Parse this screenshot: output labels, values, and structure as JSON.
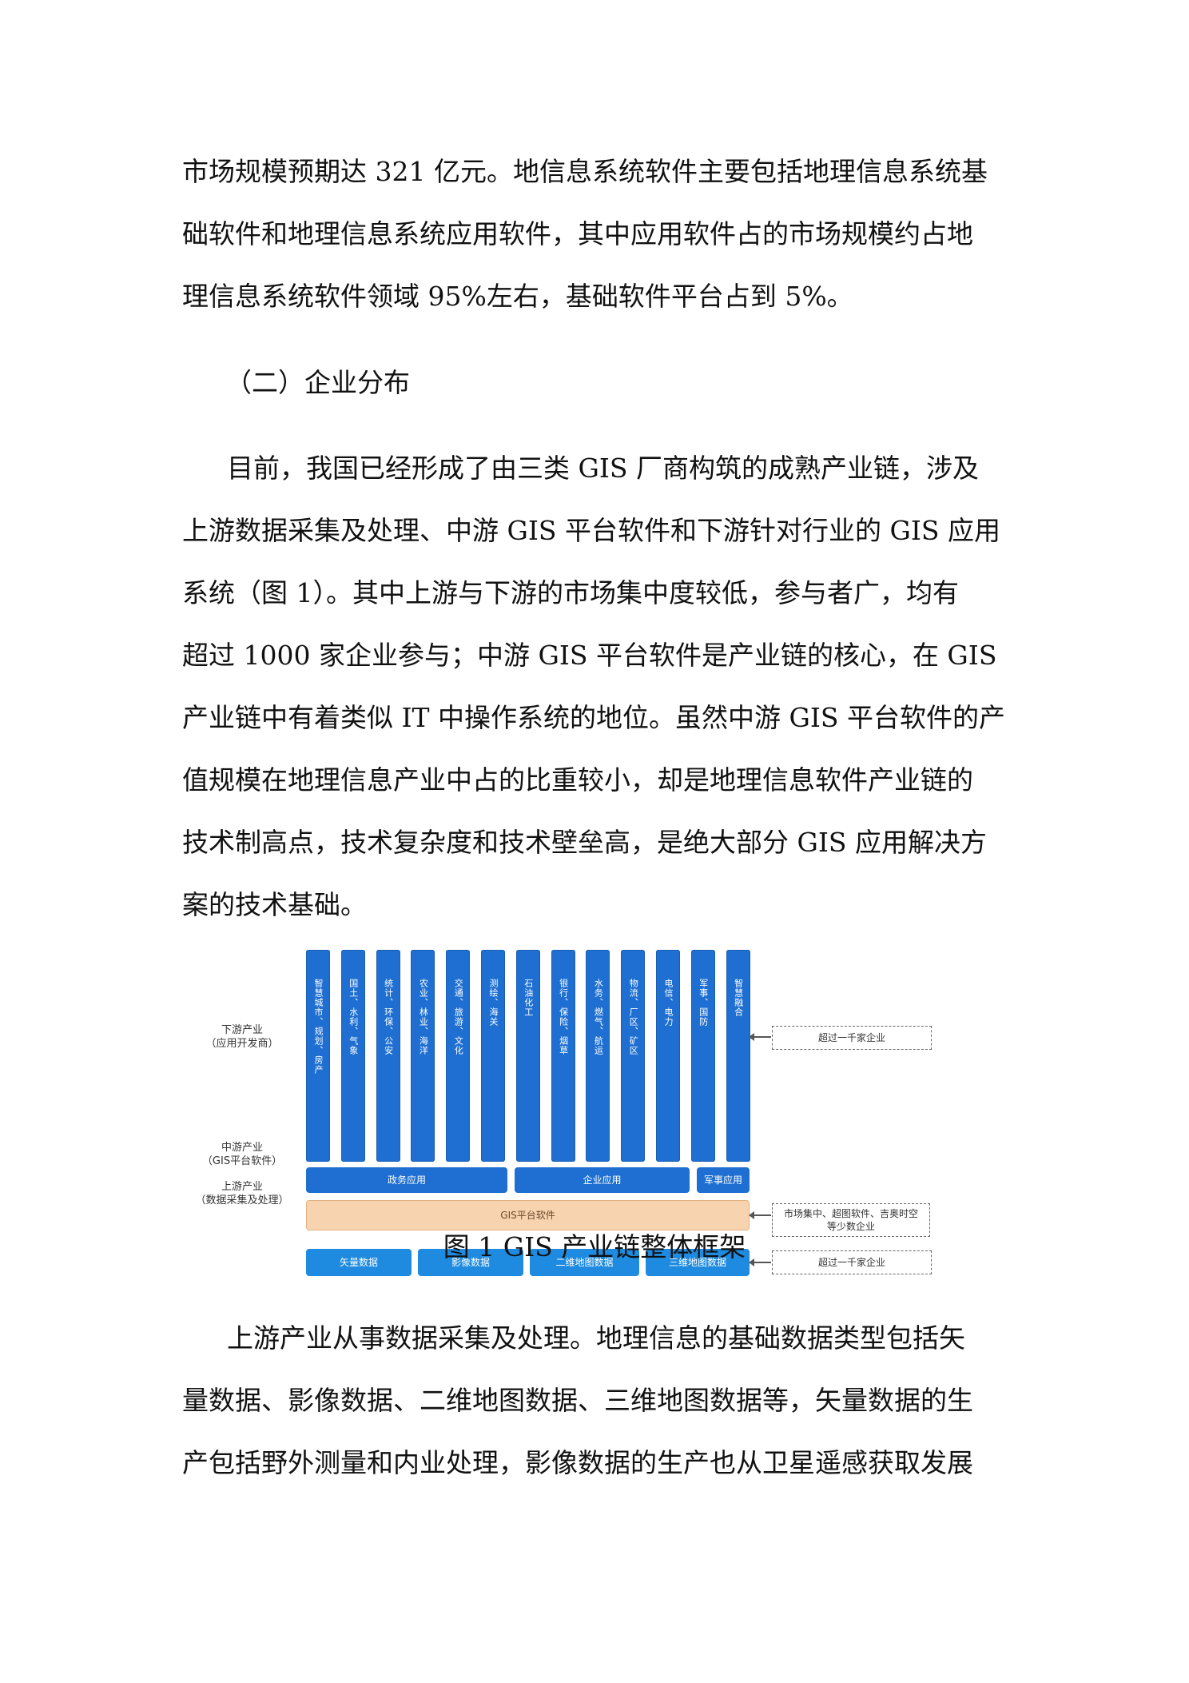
{
  "body": {
    "para1_lines": [
      "市场规模预期达 321 亿元。地信息系统软件主要包括地理信息系统基",
      "础软件和地理信息系统应用软件，其中应用软件占的市场规模约占地",
      "理信息系统软件领域 95%左右，基础软件平台占到 5%。"
    ],
    "heading": "（二）企业分布",
    "para2_lines": [
      "目前，我国已经形成了由三类 GIS 厂商构筑的成熟产业链，涉及",
      "上游数据采集及处理、中游 GIS 平台软件和下游针对行业的 GIS 应用",
      "系统（图 1）。其中上游与下游的市场集中度较低，参与者广，均有",
      "超过 1000 家企业参与；中游 GIS 平台软件是产业链的核心，在 GIS",
      "产业链中有着类似 IT 中操作系统的地位。虽然中游 GIS 平台软件的产",
      "值规模在地理信息产业中占的比重较小，却是地理信息软件产业链的",
      "技术制高点，技术复杂度和技术壁垒高，是绝大部分 GIS 应用解决方",
      "案的技术基础。"
    ],
    "para3_lines": [
      "上游产业从事数据采集及处理。地理信息的基础数据类型包括矢",
      "量数据、影像数据、二维地图数据、三维地图数据等，矢量数据的生",
      "产包括野外测量和内业处理，影像数据的生产也从卫星遥感获取发展"
    ]
  },
  "figure": {
    "caption": "图  1 GIS 产业链整体框架",
    "labels": {
      "downstream": "下游产业\n（应用开发商）",
      "midstream": "中游产业\n（GIS平台软件）",
      "upstream": "上游产业\n（数据采集及处理）"
    },
    "columns": [
      "智慧城市、规划、房产",
      "国土、水利、气象",
      "统计、环保、公安",
      "农业、林业、海洋",
      "交通、旅游、文化",
      "测绘、海关",
      "石油化工",
      "银行、保险、烟草",
      "水务、燃气、航运",
      "物流、厂区、矿区",
      "电信、电力",
      "军事、国防",
      "智慧融合"
    ],
    "groups": {
      "gov": "政务应用",
      "ent": "企业应用",
      "mil": "军事应用"
    },
    "gis_platform": "GIS平台软件",
    "upstream_items": [
      "矢量数据",
      "影像数据",
      "二维地图数据",
      "三维地图数据"
    ],
    "notes": {
      "downstream": "超过一千家企业",
      "midstream": "市场集中、超图软件、吉奥时空\n等少数企业",
      "upstream": "超过一千家企业"
    },
    "colors": {
      "blue": "#1E6FD1",
      "upstream_blue": "#1E8BE0",
      "gis_fill": "#F8D3AF"
    }
  }
}
